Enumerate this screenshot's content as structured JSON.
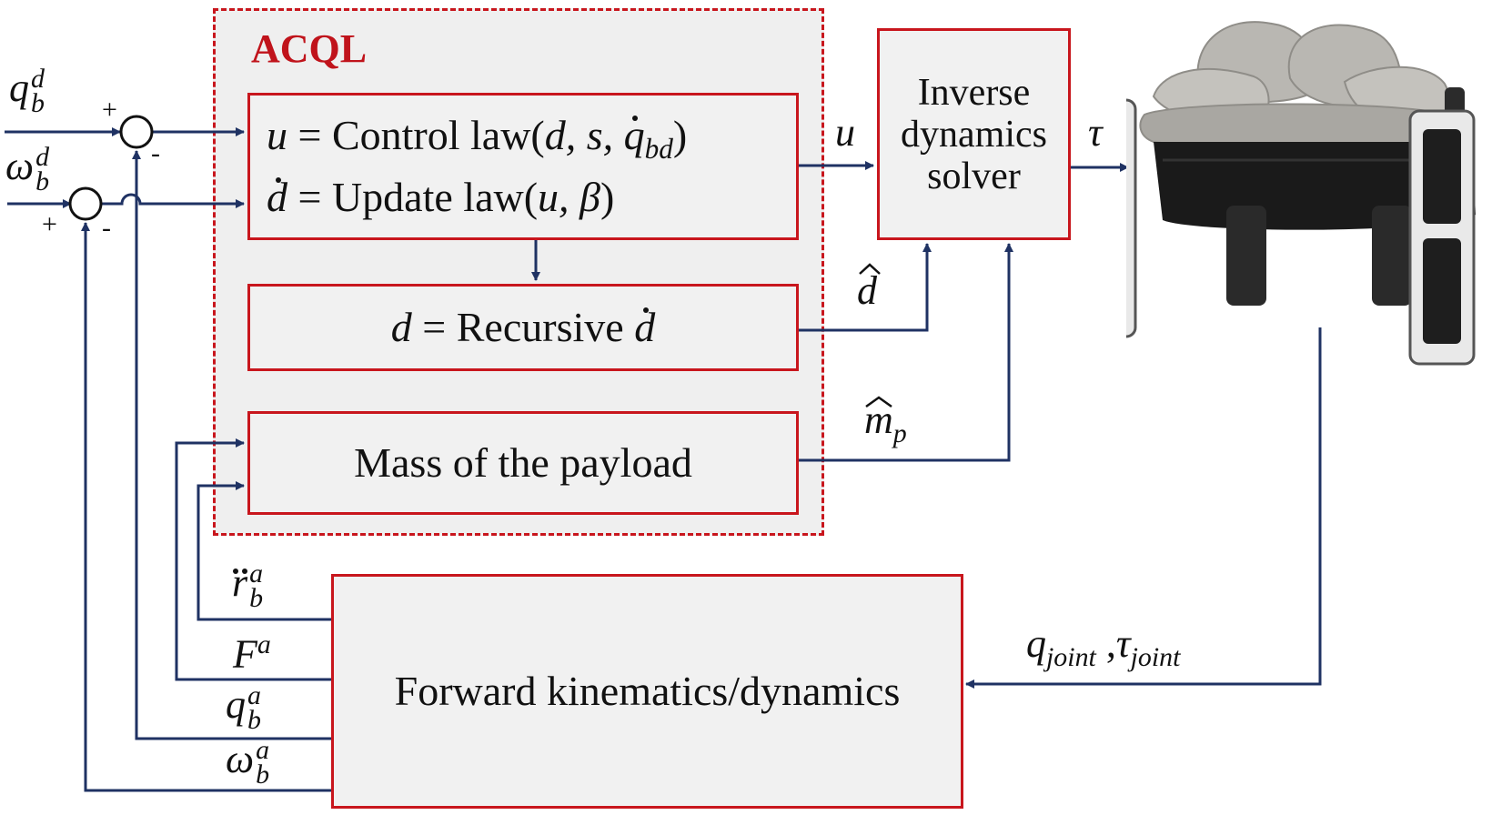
{
  "acql": {
    "title": "ACQL"
  },
  "control_box": {
    "line1": {
      "lhs": "u",
      "eq": "=",
      "text": "Control law(",
      "args": "d, s, ",
      "qdot": "q",
      "qsub": "bd",
      "close": ")"
    },
    "line2": {
      "lhs": "d",
      "eq": "=",
      "text": "Update law(",
      "args": "u, β",
      "close": ")"
    }
  },
  "recursive_box": {
    "lhs": "d",
    "eq": "=",
    "text": "Recursive",
    "rhs": "d"
  },
  "mass_box": {
    "text": "Mass of the payload"
  },
  "inverse_box": {
    "line1": "Inverse",
    "line2": "dynamics",
    "line3": "solver"
  },
  "forward_box": {
    "text": "Forward kinematics/dynamics"
  },
  "signals": {
    "qbd": {
      "base": "q",
      "sup": "d",
      "sub": "b"
    },
    "wbd": {
      "base": "ω",
      "sup": "d",
      "sub": "b"
    },
    "u": "u",
    "tau": "τ",
    "dhat": "d",
    "mp": {
      "base": "m",
      "sub": "p"
    },
    "qjoint": {
      "q": "q",
      "qsub": "joint",
      "sep": ",",
      "t": "τ",
      "tsub": "joint"
    },
    "rb": {
      "base": "r",
      "sup": "a",
      "sub": "b"
    },
    "fa": {
      "base": "F",
      "sup": "a"
    },
    "qba": {
      "base": "q",
      "sup": "a",
      "sub": "b"
    },
    "wba": {
      "base": "ω",
      "sup": "a",
      "sub": "b"
    }
  },
  "junction_signs": {
    "plus1": "+",
    "minus1": "-",
    "plus2": "+",
    "minus2": "-"
  },
  "colors": {
    "wire": "#1f3263",
    "box_border": "#c8161d",
    "box_fill": "#f1f1f1",
    "title": "#c0131b"
  },
  "image": {
    "subject": "quadruped robot carrying sandbags payload"
  }
}
